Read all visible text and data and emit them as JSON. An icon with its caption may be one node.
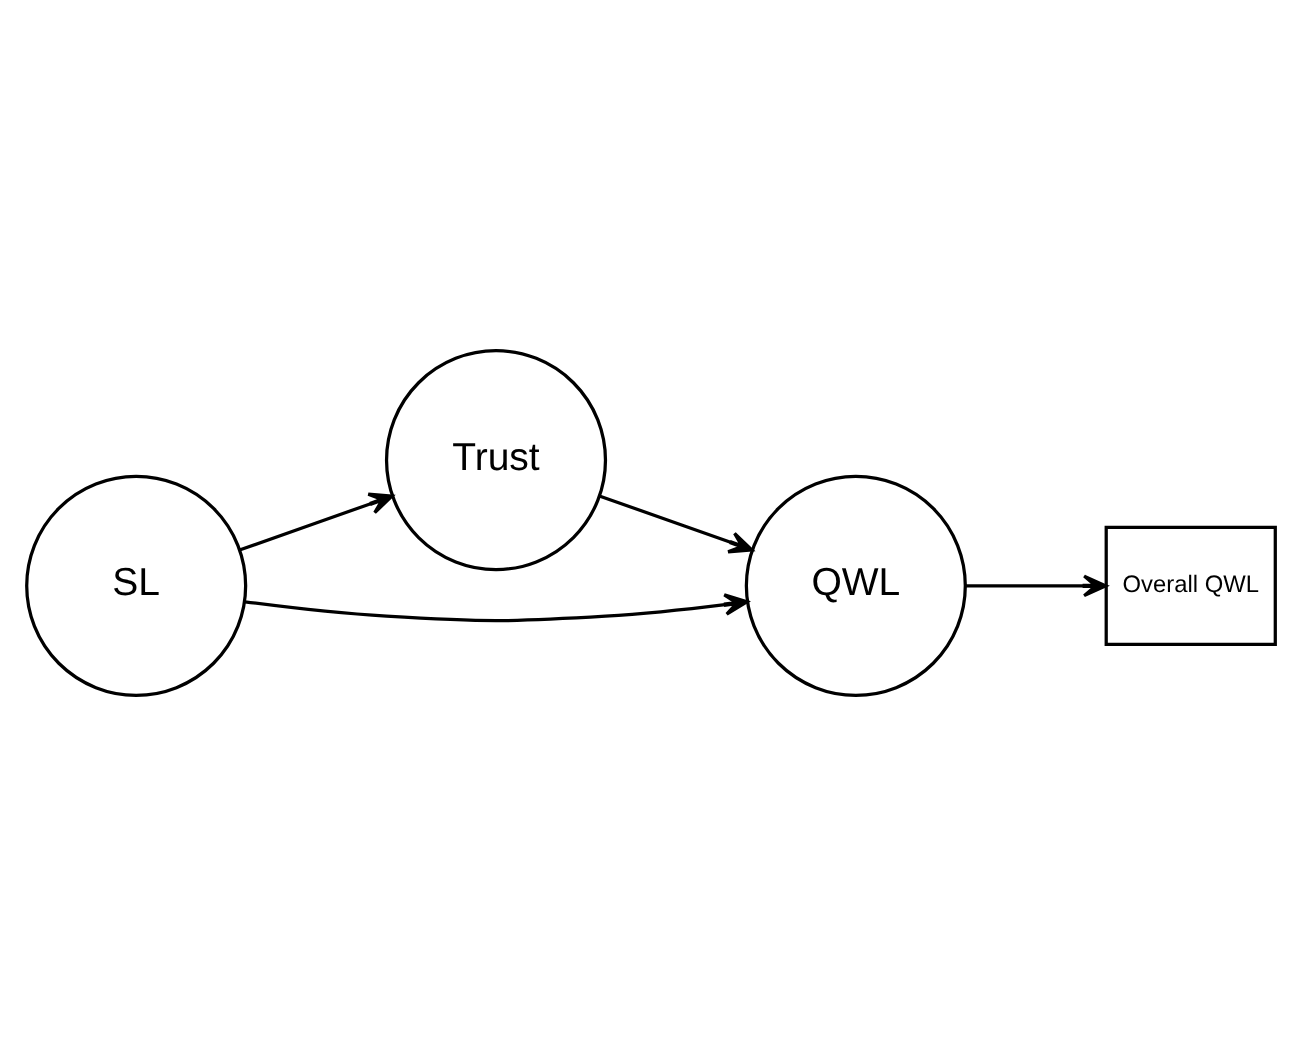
{
  "diagram": {
    "nodes": [
      {
        "text": [
          "SL"
        ]
      },
      {
        "text": [
          "Trust"
        ]
      },
      {
        "text": [
          "QWL"
        ]
      },
      {
        "text": [
          "Overall QWL"
        ]
      }
    ],
    "edges": [
      {
        "from": 0,
        "to": 1,
        "arrow": "to"
      },
      {
        "from": 1,
        "to": 2,
        "arrow": "to"
      },
      {
        "from": 0,
        "to": 2,
        "arrow": "to"
      },
      {
        "from": 2,
        "to": 3,
        "arrow": "to"
      }
    ]
  }
}
